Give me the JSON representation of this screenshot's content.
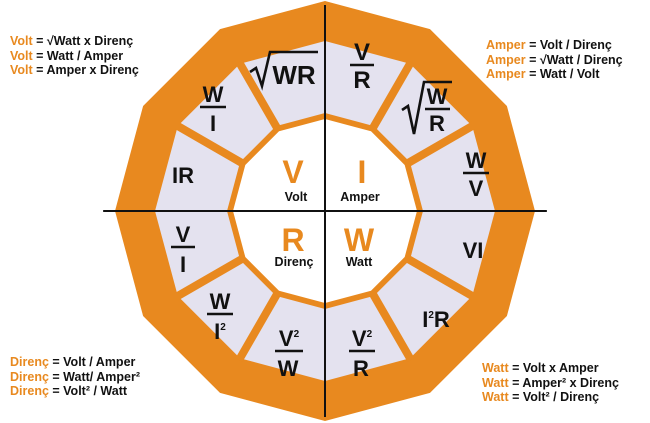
{
  "colors": {
    "orange": "#e8891f",
    "segment_fill": "#e4e2ef",
    "center_fill": "#ffffff",
    "divider": "#111111",
    "text": "#111111"
  },
  "center": {
    "volt": {
      "letter": "V",
      "name": "Volt"
    },
    "amper": {
      "letter": "I",
      "name": "Amper"
    },
    "direnc": {
      "letter": "R",
      "name": "Direnç"
    },
    "watt": {
      "letter": "W",
      "name": "Watt"
    }
  },
  "segments": {
    "sqrt_wr": {
      "radicand": "WR"
    },
    "v_over_r_top": {
      "num": "V",
      "den": "R"
    },
    "sqrt_w_over_r": {
      "num": "W",
      "den": "R"
    },
    "w_over_v": {
      "num": "W",
      "den": "V"
    },
    "vi": {
      "text": "VI"
    },
    "i2r": {
      "base": "I",
      "sup": "2",
      "tail": "R"
    },
    "v2_over_r": {
      "num": "V",
      "sup": "2",
      "den": "R"
    },
    "v2_over_w": {
      "num": "V",
      "sup": "2",
      "den": "W"
    },
    "w_over_i2": {
      "num": "W",
      "den": "I",
      "sup": "2"
    },
    "v_over_i": {
      "num": "V",
      "den": "I"
    },
    "ir": {
      "text": "IR"
    },
    "w_over_i": {
      "num": "W",
      "den": "I"
    }
  },
  "legends": {
    "volt": [
      {
        "quantity": "Volt",
        "formula": " = √Watt x Direnç"
      },
      {
        "quantity": "Volt",
        "formula": " = Watt / Amper"
      },
      {
        "quantity": "Volt",
        "formula": " = Amper x Direnç"
      }
    ],
    "amper": [
      {
        "quantity": "Amper",
        "formula": " = Volt / Direnç"
      },
      {
        "quantity": "Amper",
        "formula": " = √Watt / Direnç"
      },
      {
        "quantity": "Amper",
        "formula": " = Watt / Volt"
      }
    ],
    "direnc": [
      {
        "quantity": "Direnç",
        "formula": " = Volt / Amper"
      },
      {
        "quantity": "Direnç",
        "formula": " = Watt/ Amper²"
      },
      {
        "quantity": "Direnç",
        "formula": " = Volt² / Watt"
      }
    ],
    "watt": [
      {
        "quantity": "Watt",
        "formula": " = Volt x Amper"
      },
      {
        "quantity": "Watt",
        "formula": " = Amper² x Direnç"
      },
      {
        "quantity": "Watt",
        "formula": " = Volt² / Direnç"
      }
    ]
  }
}
